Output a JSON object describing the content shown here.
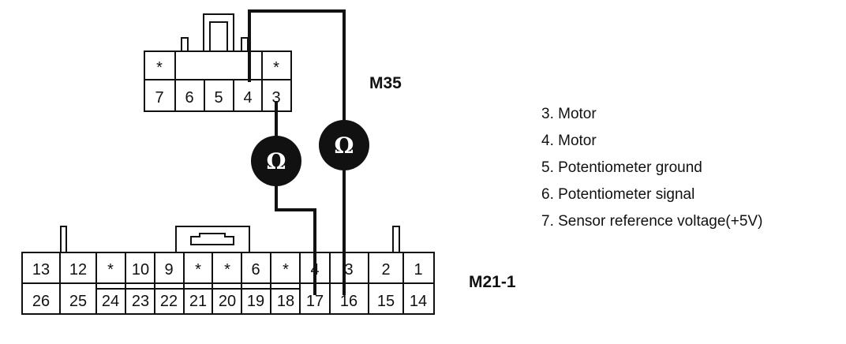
{
  "connectors": {
    "m35": {
      "name": "M35",
      "top_row": [
        "*",
        "",
        "",
        "",
        "*"
      ],
      "bottom_row": [
        "7",
        "6",
        "5",
        "4",
        "3"
      ]
    },
    "m21": {
      "name": "M21-1",
      "top_row": [
        "13",
        "12",
        "*",
        "10",
        "9",
        "*",
        "*",
        "6",
        "*",
        "4",
        "3",
        "2",
        "1"
      ],
      "bottom_row": [
        "26",
        "25",
        "24",
        "23",
        "22",
        "21",
        "20",
        "19",
        "18",
        "17",
        "16",
        "15",
        "14"
      ]
    }
  },
  "meters": [
    {
      "symbol": "Ω",
      "from": "M35-3",
      "to": "M21-1-17"
    },
    {
      "symbol": "Ω",
      "from": "M35-4",
      "to": "M21-1-16"
    }
  ],
  "legend": [
    "3. Motor",
    "4. Motor",
    "5. Potentiometer ground",
    "6. Potentiometer signal",
    "7. Sensor reference voltage(+5V)"
  ],
  "colors": {
    "line": "#111111",
    "meter_fill": "#111111",
    "meter_text": "#ffffff"
  }
}
